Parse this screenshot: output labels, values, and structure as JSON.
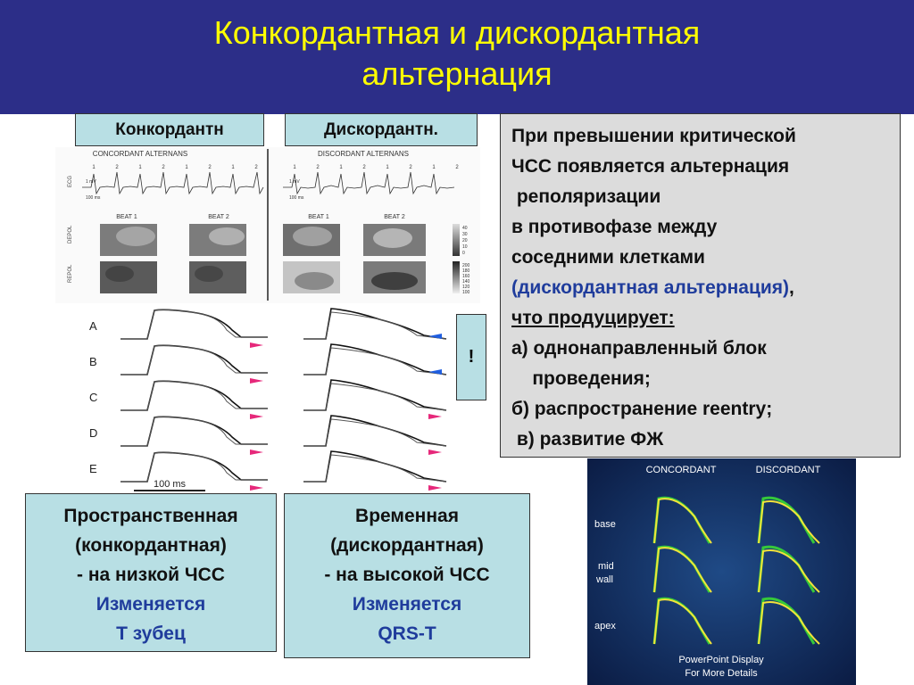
{
  "title": {
    "line1": "Конкордантная и дискордантная",
    "line2": "альтернация"
  },
  "labels": {
    "concordant": "Конкордантн",
    "discordant": "Дискордантн.",
    "exclaim": "!"
  },
  "textbox": {
    "l1": "При превышении критической",
    "l2": "ЧСС появляется  альтернация",
    "l3": " реполяризации",
    "l4": "в противофазе между",
    "l5": "соседними клетками",
    "l6_blue": "(дискордантная альтернация)",
    "l6_tail": ",",
    "l7": "что продуцирует:",
    "l8": "а) однонаправленный блок",
    "l9": "    проведения;",
    "l10": "б) распространение reentry;",
    "l11": " в) развитие ФЖ"
  },
  "bottom_left": {
    "l1": "Пространственная",
    "l2": "(конкордантная)",
    "l3": "- на низкой ЧСС",
    "l4": "Изменяется",
    "l5": "T зубец"
  },
  "bottom_right": {
    "l1": "Временная",
    "l2": "(дискордантная)",
    "l3": "- на высокой ЧСС",
    "l4": "Изменяется",
    "l5": "QRS-T"
  },
  "fig_top": {
    "concordant_title": "CONCORDANT ALTERNANS",
    "discordant_title": "DISCORDANT ALTERNANS",
    "row_ecg": "ECG",
    "row_depol": "DEPOL",
    "row_repol": "REPOL",
    "beat1": "BEAT 1",
    "beat2": "BEAT 2",
    "beat_marks": [
      "1",
      "2",
      "1",
      "2",
      "1",
      "2",
      "1",
      "2"
    ],
    "scale_mv": "1 mV",
    "scale_ms": "100 ms",
    "depol_scale": [
      "40",
      "30",
      "20",
      "10",
      "0"
    ],
    "repol_scale": [
      "200",
      "180",
      "160",
      "140",
      "120",
      "100"
    ]
  },
  "fig_mid": {
    "rows": [
      "A",
      "B",
      "C",
      "D",
      "E"
    ],
    "scale": "100 ms"
  },
  "fig_right": {
    "col1": "CONCORDANT",
    "col2": "DISCORDANT",
    "row1": "base",
    "row2a": "mid",
    "row2b": "wall",
    "row3": "apex",
    "footer1": "PowerPoint Display",
    "footer2": "For More Details"
  },
  "colors": {
    "title_bg": "#2c2e88",
    "title_fg": "#ffff00",
    "box_bg": "#b8dfe4",
    "text_blue": "#1f3c9c",
    "arrow_pink": "#e6287a",
    "arrow_blue": "#1f5ee0"
  }
}
